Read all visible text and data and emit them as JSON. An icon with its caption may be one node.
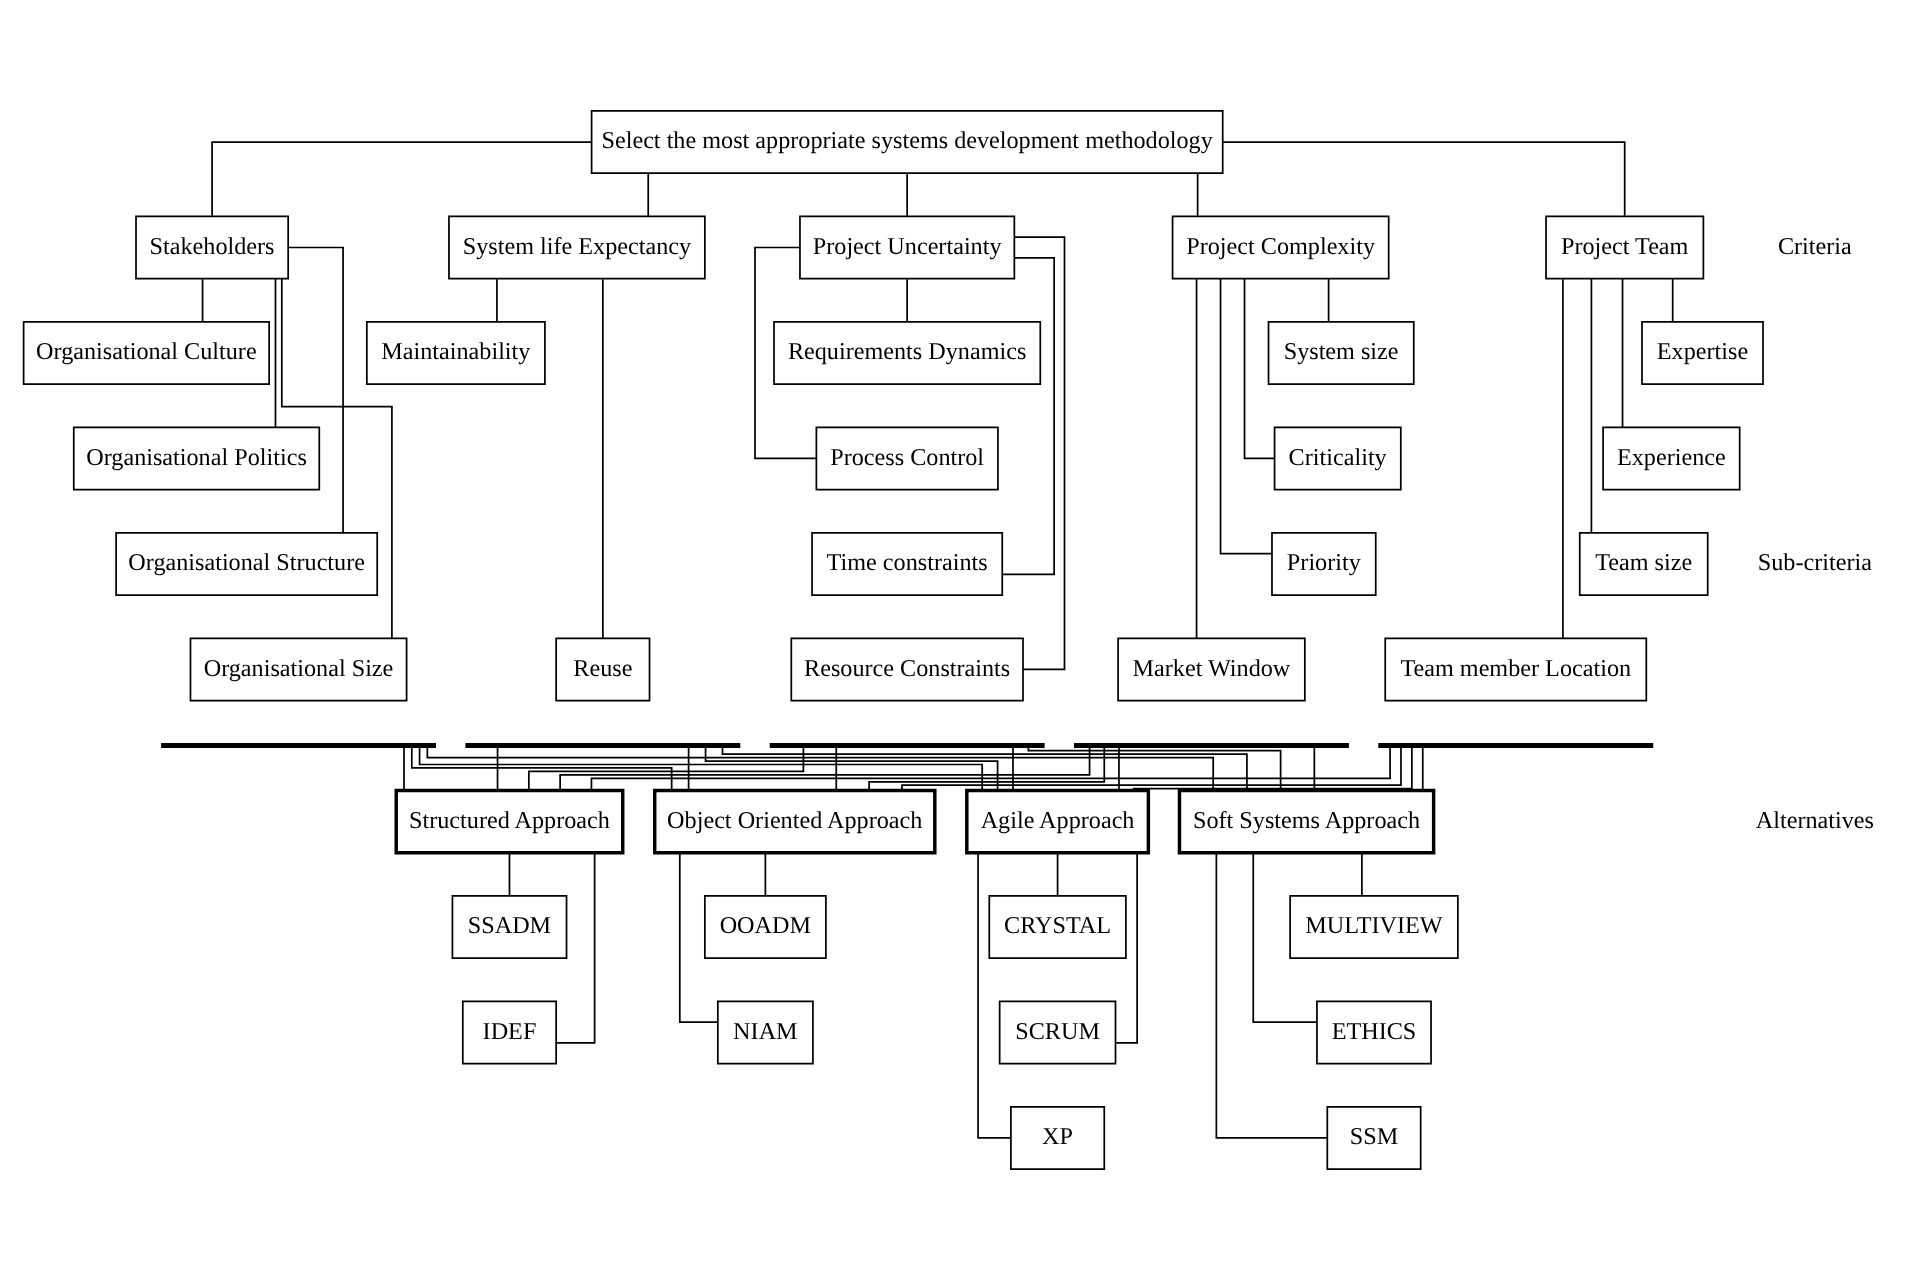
{
  "diagram": {
    "nodes": [
      {
        "text": [
          "Select the most appropriate systems development methodology"
        ]
      },
      {
        "text": [
          "Stakeholders"
        ]
      },
      {
        "text": [
          "System life Expectancy"
        ]
      },
      {
        "text": [
          "Project Uncertainty"
        ]
      },
      {
        "text": [
          "Project Complexity"
        ]
      },
      {
        "text": [
          "Project Team"
        ]
      },
      {
        "text": [
          "Organisational Culture"
        ]
      },
      {
        "text": [
          "Organisational Politics"
        ]
      },
      {
        "text": [
          "Organisational Structure"
        ]
      },
      {
        "text": [
          "Organisational Size"
        ]
      },
      {
        "text": [
          "Maintainability"
        ]
      },
      {
        "text": [
          "Reuse"
        ]
      },
      {
        "text": [
          "Requirements Dynamics"
        ]
      },
      {
        "text": [
          "Process Control"
        ]
      },
      {
        "text": [
          "Time constraints"
        ]
      },
      {
        "text": [
          "Resource Constraints"
        ]
      },
      {
        "text": [
          "System size"
        ]
      },
      {
        "text": [
          "Criticality"
        ]
      },
      {
        "text": [
          "Priority"
        ]
      },
      {
        "text": [
          "Market Window"
        ]
      },
      {
        "text": [
          "Expertise"
        ]
      },
      {
        "text": [
          "Experience"
        ]
      },
      {
        "text": [
          "Team size"
        ]
      },
      {
        "text": [
          "Team member Location"
        ]
      },
      {
        "text": [],
        "shape": "bar"
      },
      {
        "text": [],
        "shape": "bar"
      },
      {
        "text": [],
        "shape": "bar"
      },
      {
        "text": [],
        "shape": "bar"
      },
      {
        "text": [],
        "shape": "bar"
      },
      {
        "text": [
          "Structured Approach"
        ]
      },
      {
        "text": [
          "Object Oriented Approach"
        ]
      },
      {
        "text": [
          "Agile Approach"
        ]
      },
      {
        "text": [
          "Soft Systems Approach"
        ]
      },
      {
        "text": [
          "SSADM"
        ]
      },
      {
        "text": [
          "IDEF"
        ]
      },
      {
        "text": [
          "OOADM"
        ]
      },
      {
        "text": [
          "NIAM"
        ]
      },
      {
        "text": [
          "CRYSTAL"
        ]
      },
      {
        "text": [
          "SCRUM"
        ]
      },
      {
        "text": [
          "XP"
        ]
      },
      {
        "text": [
          "MULTIVIEW"
        ]
      },
      {
        "text": [
          "ETHICS"
        ]
      },
      {
        "text": [
          "SSM"
        ]
      }
    ],
    "edges": [
      {
        "from": 0,
        "to": 1,
        "arrow": "none"
      },
      {
        "from": 0,
        "to": 2,
        "arrow": "none"
      },
      {
        "from": 0,
        "to": 3,
        "arrow": "none"
      },
      {
        "from": 0,
        "to": 4,
        "arrow": "none"
      },
      {
        "from": 0,
        "to": 5,
        "arrow": "none"
      },
      {
        "from": 1,
        "to": 6,
        "arrow": "none"
      },
      {
        "from": 1,
        "to": 7,
        "arrow": "none"
      },
      {
        "from": 1,
        "to": 8,
        "arrow": "none"
      },
      {
        "from": 1,
        "to": 9,
        "arrow": "none"
      },
      {
        "from": 2,
        "to": 10,
        "arrow": "none"
      },
      {
        "from": 2,
        "to": 11,
        "arrow": "none"
      },
      {
        "from": 3,
        "to": 12,
        "arrow": "none"
      },
      {
        "from": 3,
        "to": 13,
        "arrow": "none"
      },
      {
        "from": 3,
        "to": 14,
        "arrow": "none"
      },
      {
        "from": 3,
        "to": 15,
        "arrow": "none"
      },
      {
        "from": 4,
        "to": 16,
        "arrow": "none"
      },
      {
        "from": 4,
        "to": 17,
        "arrow": "none"
      },
      {
        "from": 4,
        "to": 18,
        "arrow": "none"
      },
      {
        "from": 4,
        "to": 19,
        "arrow": "none"
      },
      {
        "from": 5,
        "to": 20,
        "arrow": "none"
      },
      {
        "from": 5,
        "to": 21,
        "arrow": "none"
      },
      {
        "from": 5,
        "to": 22,
        "arrow": "none"
      },
      {
        "from": 5,
        "to": 23,
        "arrow": "none"
      },
      {
        "from": 24,
        "to": 29,
        "arrow": "none"
      },
      {
        "from": 24,
        "to": 30,
        "arrow": "none"
      },
      {
        "from": 24,
        "to": 31,
        "arrow": "none"
      },
      {
        "from": 24,
        "to": 32,
        "arrow": "none"
      },
      {
        "from": 25,
        "to": 29,
        "arrow": "none"
      },
      {
        "from": 25,
        "to": 30,
        "arrow": "none"
      },
      {
        "from": 25,
        "to": 31,
        "arrow": "none"
      },
      {
        "from": 25,
        "to": 32,
        "arrow": "none"
      },
      {
        "from": 26,
        "to": 29,
        "arrow": "none"
      },
      {
        "from": 26,
        "to": 30,
        "arrow": "none"
      },
      {
        "from": 26,
        "to": 31,
        "arrow": "none"
      },
      {
        "from": 26,
        "to": 32,
        "arrow": "none"
      },
      {
        "from": 27,
        "to": 29,
        "arrow": "none"
      },
      {
        "from": 27,
        "to": 30,
        "arrow": "none"
      },
      {
        "from": 27,
        "to": 31,
        "arrow": "none"
      },
      {
        "from": 27,
        "to": 32,
        "arrow": "none"
      },
      {
        "from": 28,
        "to": 29,
        "arrow": "none"
      },
      {
        "from": 28,
        "to": 30,
        "arrow": "none"
      },
      {
        "from": 28,
        "to": 31,
        "arrow": "none"
      },
      {
        "from": 28,
        "to": 32,
        "arrow": "none"
      },
      {
        "from": 29,
        "to": 33,
        "arrow": "none"
      },
      {
        "from": 29,
        "to": 34,
        "arrow": "none"
      },
      {
        "from": 30,
        "to": 35,
        "arrow": "none"
      },
      {
        "from": 30,
        "to": 36,
        "arrow": "none"
      },
      {
        "from": 31,
        "to": 37,
        "arrow": "none"
      },
      {
        "from": 31,
        "to": 38,
        "arrow": "none"
      },
      {
        "from": 31,
        "to": 39,
        "arrow": "none"
      },
      {
        "from": 32,
        "to": 40,
        "arrow": "none"
      },
      {
        "from": 32,
        "to": 41,
        "arrow": "none"
      },
      {
        "from": 32,
        "to": 42,
        "arrow": "none"
      }
    ],
    "labels": [
      "Criteria",
      "Sub-criteria",
      "Alternatives"
    ]
  }
}
